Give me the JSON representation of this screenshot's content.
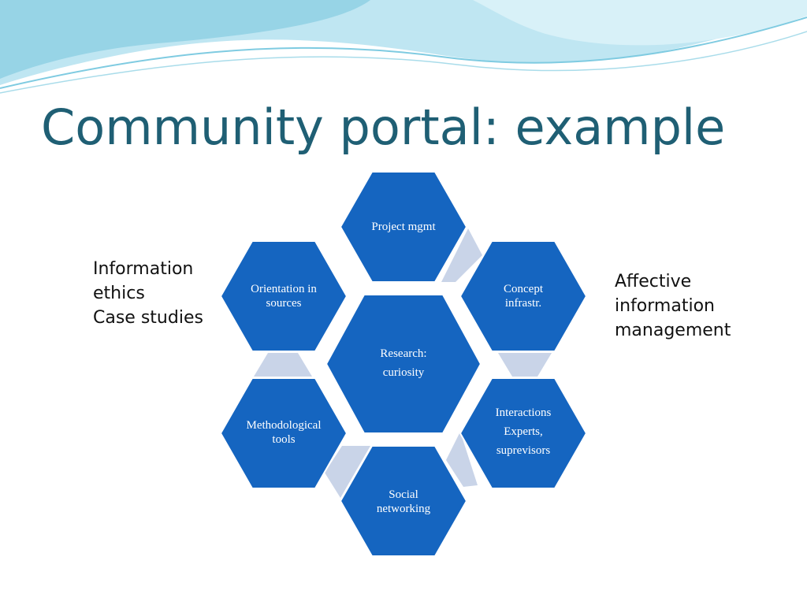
{
  "slide": {
    "title": "Community portal: example",
    "left_notes": [
      "Information",
      "ethics",
      "Case studies"
    ],
    "right_notes": [
      "Affective",
      "information",
      "management"
    ]
  },
  "diagram": {
    "center": {
      "lines": [
        "Research:",
        "curiosity"
      ]
    },
    "nodes": [
      {
        "id": "project-mgmt",
        "lines": [
          "Project mgmt"
        ]
      },
      {
        "id": "concept-infrastr",
        "lines": [
          "Concept",
          "infrastr."
        ]
      },
      {
        "id": "interactions",
        "lines": [
          "Interactions",
          "Experts,",
          "suprevisors"
        ]
      },
      {
        "id": "social-networking",
        "lines": [
          "Social",
          "networking"
        ]
      },
      {
        "id": "methodological-tools",
        "lines": [
          "Methodological",
          "tools"
        ]
      },
      {
        "id": "orientation-in-sources",
        "lines": [
          "Orientation in",
          "sources"
        ]
      }
    ],
    "colors": {
      "hex_fill": "#1565c0",
      "hex_stroke": "#ffffff",
      "connector_fill": "#c9d4e8",
      "title_color": "#1f5f74",
      "wave_light": "#b9e3ef",
      "wave_mid": "#7fcbe1"
    }
  }
}
